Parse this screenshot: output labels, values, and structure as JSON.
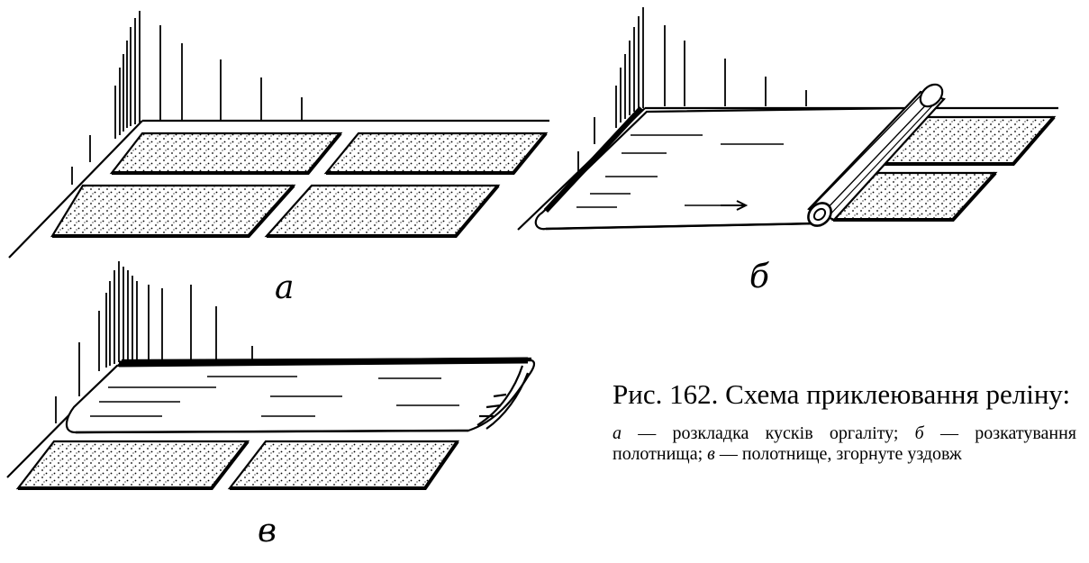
{
  "labels": {
    "a": "а",
    "b": "б",
    "c": "в"
  },
  "caption": {
    "title": "Рис. 162. Схема приклеювання реліну:",
    "items": [
      {
        "key": "а",
        "text": " — розкладка кусків оргаліту; "
      },
      {
        "key": "б",
        "text": " — розкатування полотнища; "
      },
      {
        "key": "в",
        "text": " — полотнище, згорнуте уздовж"
      }
    ]
  }
}
